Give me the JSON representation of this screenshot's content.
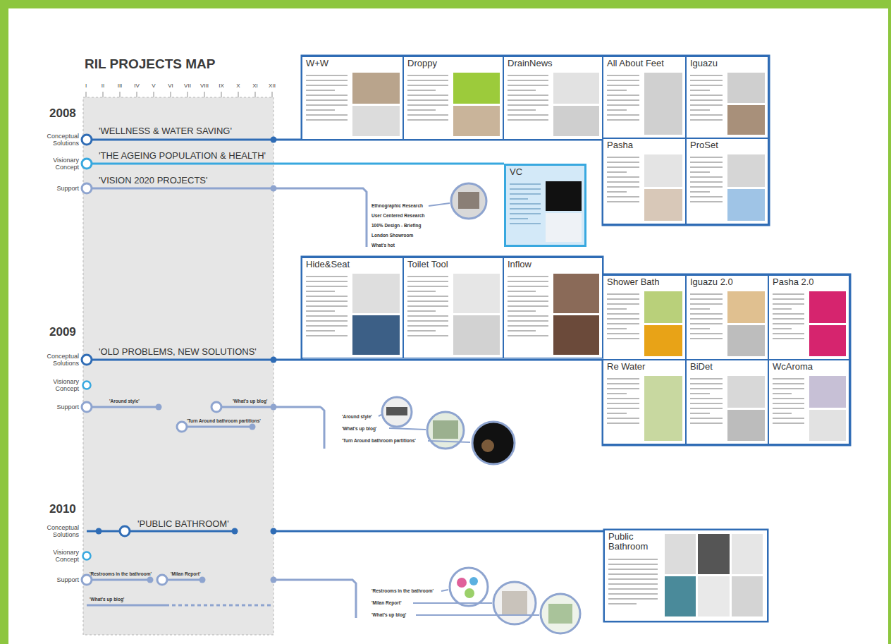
{
  "diagram": {
    "title": "RIL PROJECTS MAP",
    "nodes": [
      {
        "text": [
          "W+W"
        ]
      },
      {
        "text": [
          "Droppy"
        ]
      },
      {
        "text": [
          "DrainNews"
        ]
      },
      {
        "text": [
          "All About Feet"
        ]
      },
      {
        "text": [
          "Iguazu"
        ]
      },
      {
        "text": [
          "Pasha"
        ]
      },
      {
        "text": [
          "ProSet"
        ]
      },
      {
        "text": [
          "VC"
        ]
      },
      {
        "text": [
          "Hide&Seat"
        ]
      },
      {
        "text": [
          "Toilet Tool"
        ]
      },
      {
        "text": [
          "Inflow"
        ]
      },
      {
        "text": [
          "Shower Bath"
        ]
      },
      {
        "text": [
          "Iguazu 2.0"
        ]
      },
      {
        "text": [
          "Pasha 2.0"
        ]
      },
      {
        "text": [
          "Re Water"
        ]
      },
      {
        "text": [
          "BiDet"
        ]
      },
      {
        "text": [
          "WcAroma"
        ]
      },
      {
        "text": [
          "Public Bathroom"
        ]
      }
    ],
    "labels": [
      "I",
      "II",
      "III",
      "IV",
      "V",
      "VI",
      "VII",
      "VIII",
      "IX",
      "X",
      "XI",
      "XII",
      "2008",
      "Conceptual Solutions",
      "Visionary Concept",
      "Support",
      "'WELLNESS & WATER SAVING'",
      "'THE AGEING POPULATION & HEALTH'",
      "'VISION 2020 PROJECTS'",
      "Ethnographic Research",
      "User Centered Research",
      "100% Design - Briefing",
      "London Showroom",
      "What's hot",
      "2009",
      "Conceptual Solutions",
      "Visionary Concept",
      "Support",
      "'OLD PROBLEMS, NEW SOLUTIONS'",
      "'Around style'",
      "'What's up blog'",
      "'Turn Around bathroom partitions'",
      "'Around style'",
      "'What's up blog'",
      "'Turn Around bathroom partitions'",
      "2010",
      "Conceptual Solutions",
      "Visionary Concept",
      "Support",
      "'PUBLIC BATHROOM'",
      "'Restrooms in the bathroom'",
      "'Milan Report'",
      "'What's up blog'",
      "'Restrooms in the bathroom'",
      "'Milan Report'",
      "'What's up blog'"
    ]
  }
}
